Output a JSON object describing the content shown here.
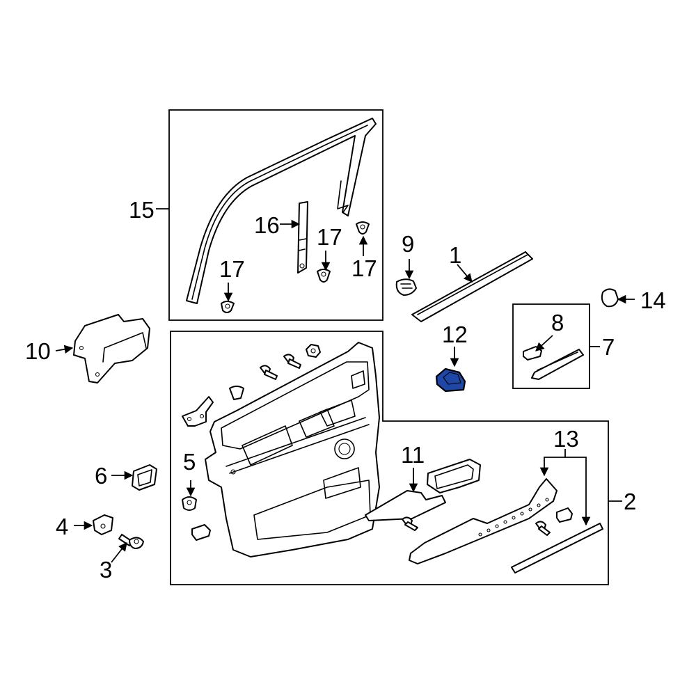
{
  "callouts": {
    "c1": "1",
    "c2": "2",
    "c3": "3",
    "c4": "4",
    "c5": "5",
    "c6": "6",
    "c7": "7",
    "c8": "8",
    "c9": "9",
    "c10": "10",
    "c11": "11",
    "c12": "12",
    "c13": "13",
    "c14": "14",
    "c15": "15",
    "c16": "16",
    "c17a": "17",
    "c17b": "17",
    "c17c": "17"
  },
  "highlight_color": "#1f47a8",
  "highlighted_part": "12"
}
